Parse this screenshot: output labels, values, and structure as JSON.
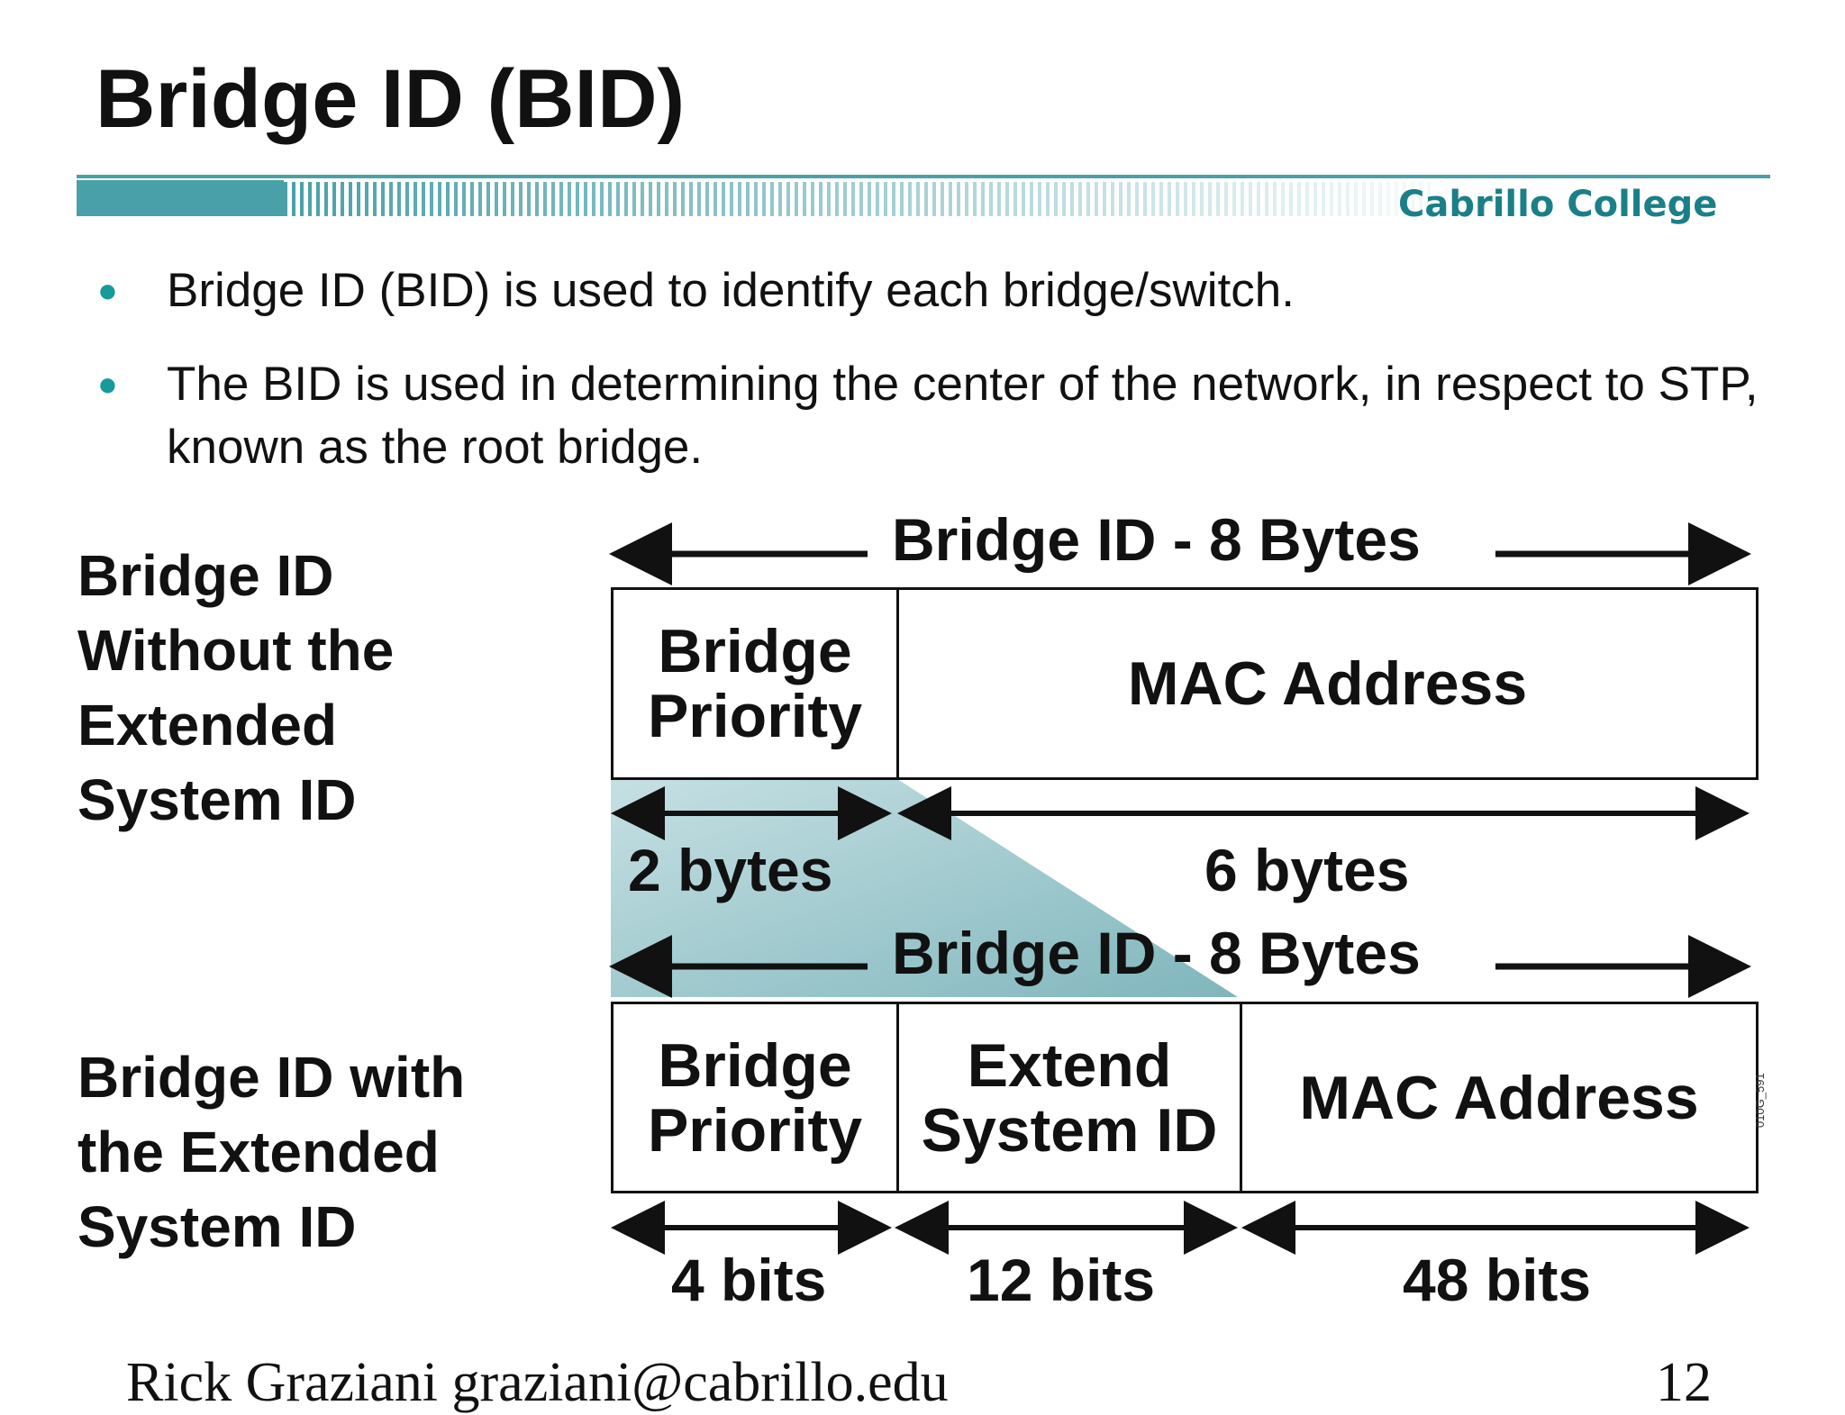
{
  "slide": {
    "title": "Bridge ID (BID)",
    "brand": "Cabrillo College",
    "bullets": [
      "Bridge ID (BID) is used to identify each bridge/switch.",
      "The BID is used in determining the center of the network, in respect to STP, known as the root bridge."
    ],
    "footer": "Rick Graziani  graziani@cabrillo.edu",
    "page_number": "12"
  },
  "diagram": {
    "top": {
      "side_label_lines": [
        "Bridge ID",
        "Without the",
        "Extended",
        "System ID"
      ],
      "span_label": "Bridge ID - 8 Bytes",
      "fields": [
        {
          "lines": [
            "Bridge",
            "Priority"
          ],
          "size": "2 bytes"
        },
        {
          "lines": [
            "MAC Address"
          ],
          "size": "6 bytes"
        }
      ]
    },
    "bottom": {
      "side_label_lines": [
        "Bridge ID with",
        "the Extended",
        "System ID"
      ],
      "span_label": "Bridge ID - 8 Bytes",
      "fields": [
        {
          "lines": [
            "Bridge",
            "Priority"
          ],
          "size": "4 bits"
        },
        {
          "lines": [
            "Extend",
            "System ID"
          ],
          "size": "12 bits"
        },
        {
          "lines": [
            "MAC Address"
          ],
          "size": "48 bits"
        }
      ]
    },
    "figure_code": "010G_591",
    "colors": {
      "accent": "#1b7f88",
      "shade": "#7fb8be",
      "bullet": "#169a9a"
    }
  }
}
